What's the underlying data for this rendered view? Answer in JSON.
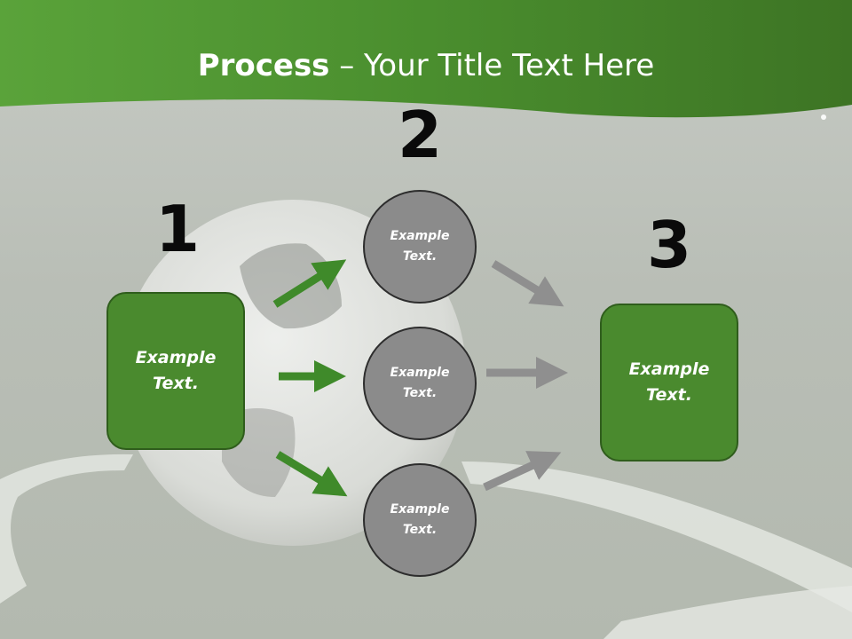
{
  "title": {
    "bold": "Process",
    "rest": " – Your Title Text Here"
  },
  "steps": {
    "one": {
      "number": "1",
      "text": "Example Text."
    },
    "two": {
      "number": "2"
    },
    "three": {
      "number": "3",
      "text": "Example Text."
    }
  },
  "circles": [
    {
      "text": "Example Text."
    },
    {
      "text": "Example Text."
    },
    {
      "text": "Example Text."
    }
  ],
  "colors": {
    "header_green": "#4a8a2e",
    "box_green": "#4a8a2e",
    "arrow_green": "#3f8a2a",
    "circle_gray": "#8b8b8b",
    "arrow_gray": "#8f8f8f"
  }
}
